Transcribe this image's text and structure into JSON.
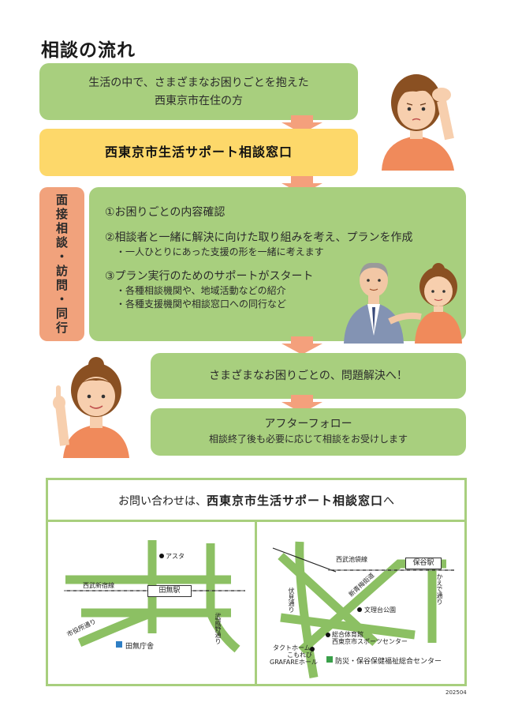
{
  "title": "相談の流れ",
  "steps": {
    "step1": {
      "line1": "生活の中で、さまざまなお困りごとを抱えた",
      "line2": "西東京市在住の方"
    },
    "step2": {
      "label": "西東京市生活サポート相談窓口"
    },
    "side_label": "面接相談・訪問・同行",
    "step3": {
      "item1": "①お困りごとの内容確認",
      "item2": "②相談者と一緒に解決に向けた取り組みを考え、プランを作成",
      "item2_sub": "・一人ひとりにあった支援の形を一緒に考えます",
      "item3": "③プラン実行のためのサポートがスタート",
      "item3_sub1": "・各種相談機関や、地域活動などの紹介",
      "item3_sub2": "・各種支援機関や相談窓口への同行など"
    },
    "step4": {
      "label": "さまざまなお困りごとの、問題解決へ！"
    },
    "step5": {
      "label": "アフターフォロー",
      "sub": "相談終了後も必要に応じて相談をお受けします"
    }
  },
  "contact": {
    "prefix": "お問い合わせは、",
    "name": "西東京市生活サポート相談窓口",
    "suffix": "へ"
  },
  "map1": {
    "asta": "アスタ",
    "railway": "西武新宿線",
    "station": "田無駅",
    "shiyakusho_street": "市役所通り",
    "musashino_street": "武蔵野通り",
    "office": "田無庁舎"
  },
  "map2": {
    "railway": "西武池袋線",
    "station": "保谷駅",
    "shinkaido": "新青梅街道",
    "fushimi": "伏見通り",
    "kaede": "かえで通り",
    "bunrisai": "文理台公園",
    "sports1": "総合体育館",
    "sports2": "西東京市スポーツセンター",
    "hall1": "タクトホーム",
    "hall2": "こもれび",
    "hall3": "GRAFAREホール",
    "center": "防災・保谷保健福祉総合センター"
  },
  "doc_code": "202504",
  "colors": {
    "green": "#a8cf7e",
    "yellow": "#fdd86a",
    "orange": "#f1a27c",
    "arrow": "#f4a07c"
  }
}
